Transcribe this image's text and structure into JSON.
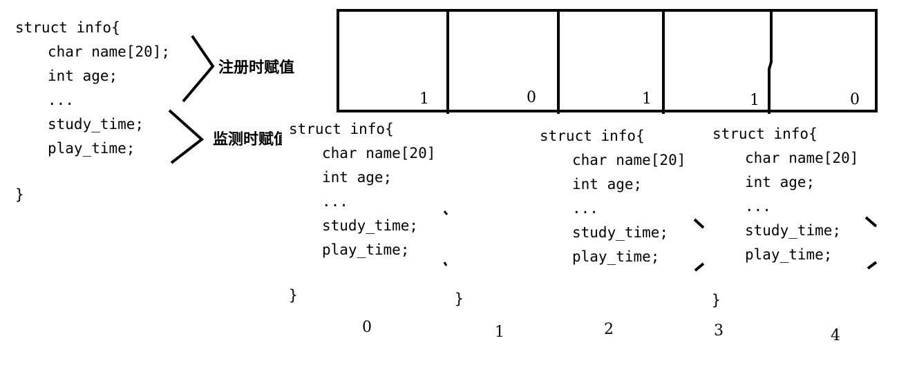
{
  "struct_main": {
    "line1": "struct info{",
    "line2": "char name[20];",
    "line3": "int age;",
    "line4": "...",
    "line5": "study_time;",
    "line6": "play_time;",
    "close": "}"
  },
  "labels": {
    "register": "注册时赋值",
    "monitor": "监测时赋值"
  },
  "cells": [
    {
      "flag": "1"
    },
    {
      "flag": "0"
    },
    {
      "flag": "1"
    },
    {
      "flag": "1"
    },
    {
      "flag": "0"
    }
  ],
  "array_struct": {
    "line1": "struct info{",
    "line2": "char name[20]",
    "line3": "int age;",
    "line4": "...",
    "line5": "study_time;",
    "line6": "play_time;",
    "close": "}"
  },
  "indices": [
    "0",
    "1",
    "2",
    "3",
    "4"
  ]
}
